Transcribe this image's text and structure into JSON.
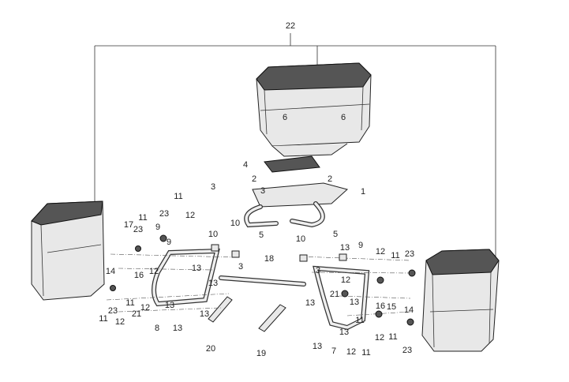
{
  "diagram": {
    "type": "exploded-parts-diagram",
    "callouts": [
      "22",
      "6",
      "6",
      "4",
      "2",
      "2",
      "3",
      "3",
      "1",
      "5",
      "5",
      "11",
      "11",
      "23",
      "12",
      "17",
      "23",
      "9",
      "10",
      "10",
      "9",
      "3",
      "14",
      "16",
      "12",
      "13",
      "13",
      "11",
      "21",
      "12",
      "23",
      "12",
      "11",
      "13",
      "8",
      "13",
      "13",
      "20",
      "18",
      "19",
      "10",
      "13",
      "9",
      "12",
      "11",
      "23",
      "3",
      "12",
      "13",
      "21",
      "13",
      "16",
      "15",
      "14",
      "11",
      "13",
      "12",
      "11",
      "23",
      "13",
      "7",
      "12",
      "11"
    ]
  }
}
